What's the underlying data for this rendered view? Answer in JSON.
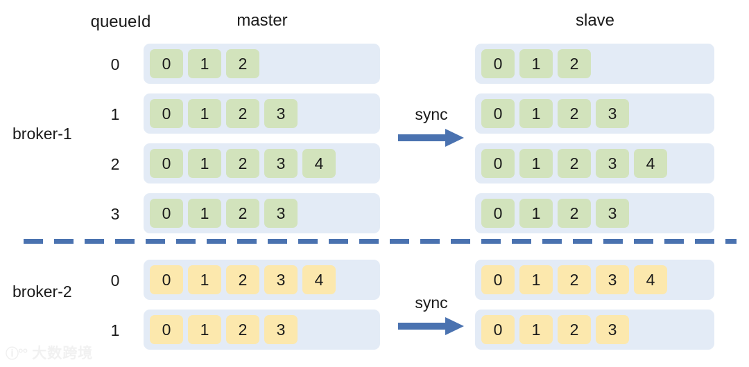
{
  "headers": {
    "queue_id": "queueId",
    "master": "master",
    "slave": "slave"
  },
  "colors": {
    "bar_background": "#e3ebf6",
    "cell_green": "#d2e3bc",
    "cell_yellow": "#fce8ad",
    "accent_blue": "#4a72b0",
    "text": "#1a1a1a",
    "page_background": "#ffffff"
  },
  "sync": {
    "top_label": "sync",
    "bottom_label": "sync",
    "icon": "arrow-right-icon"
  },
  "divider": {
    "style": "dashed",
    "color": "#4a72b0"
  },
  "watermark": {
    "mark": "ⓘ°°",
    "text": "大数跨境"
  },
  "brokers": [
    {
      "label": "broker-1",
      "cell_color": "green",
      "queues": [
        {
          "queue_id": "0",
          "master": [
            "0",
            "1",
            "2"
          ],
          "slave": [
            "0",
            "1",
            "2"
          ]
        },
        {
          "queue_id": "1",
          "master": [
            "0",
            "1",
            "2",
            "3"
          ],
          "slave": [
            "0",
            "1",
            "2",
            "3"
          ]
        },
        {
          "queue_id": "2",
          "master": [
            "0",
            "1",
            "2",
            "3",
            "4"
          ],
          "slave": [
            "0",
            "1",
            "2",
            "3",
            "4"
          ]
        },
        {
          "queue_id": "3",
          "master": [
            "0",
            "1",
            "2",
            "3"
          ],
          "slave": [
            "0",
            "1",
            "2",
            "3"
          ]
        }
      ]
    },
    {
      "label": "broker-2",
      "cell_color": "yellow",
      "queues": [
        {
          "queue_id": "0",
          "master": [
            "0",
            "1",
            "2",
            "3",
            "4"
          ],
          "slave": [
            "0",
            "1",
            "2",
            "3",
            "4"
          ]
        },
        {
          "queue_id": "1",
          "master": [
            "0",
            "1",
            "2",
            "3"
          ],
          "slave": [
            "0",
            "1",
            "2",
            "3"
          ]
        }
      ]
    }
  ],
  "layout": {
    "row_tops": [
      63,
      135,
      207,
      279,
      375,
      447
    ],
    "qid_tops": [
      80,
      152,
      224,
      296,
      392,
      464
    ]
  }
}
